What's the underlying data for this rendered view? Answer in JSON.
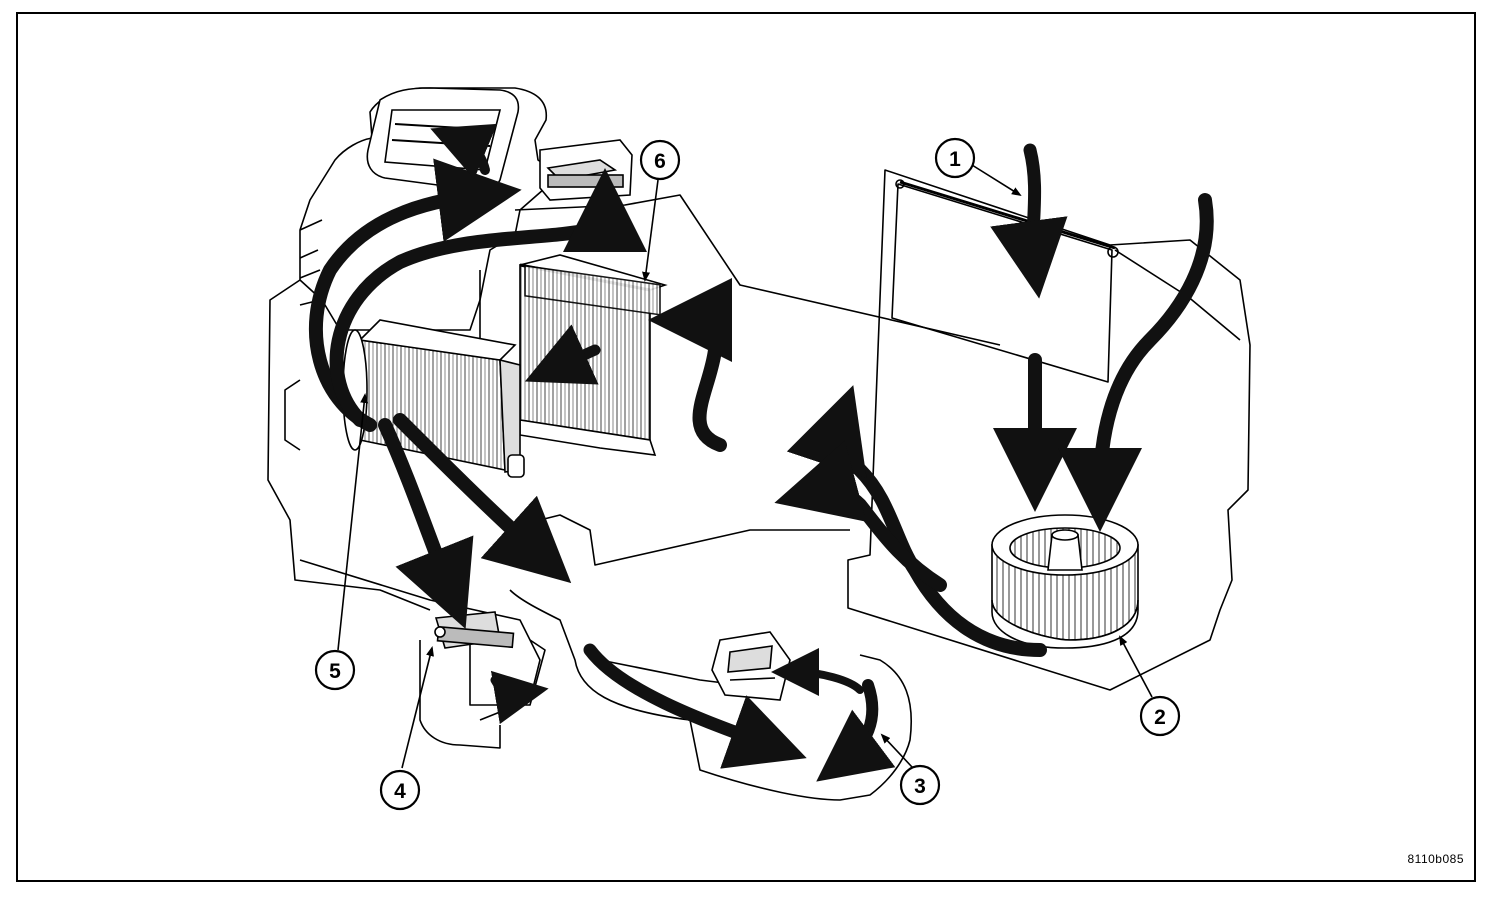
{
  "figure_code": "8110b085",
  "callouts": [
    {
      "id": "1",
      "label": "1"
    },
    {
      "id": "2",
      "label": "2"
    },
    {
      "id": "3",
      "label": "3"
    },
    {
      "id": "4",
      "label": "4"
    },
    {
      "id": "5",
      "label": "5"
    },
    {
      "id": "6",
      "label": "6"
    }
  ],
  "colors": {
    "ink": "#000000",
    "paper": "#ffffff",
    "arrow": "#111111"
  }
}
